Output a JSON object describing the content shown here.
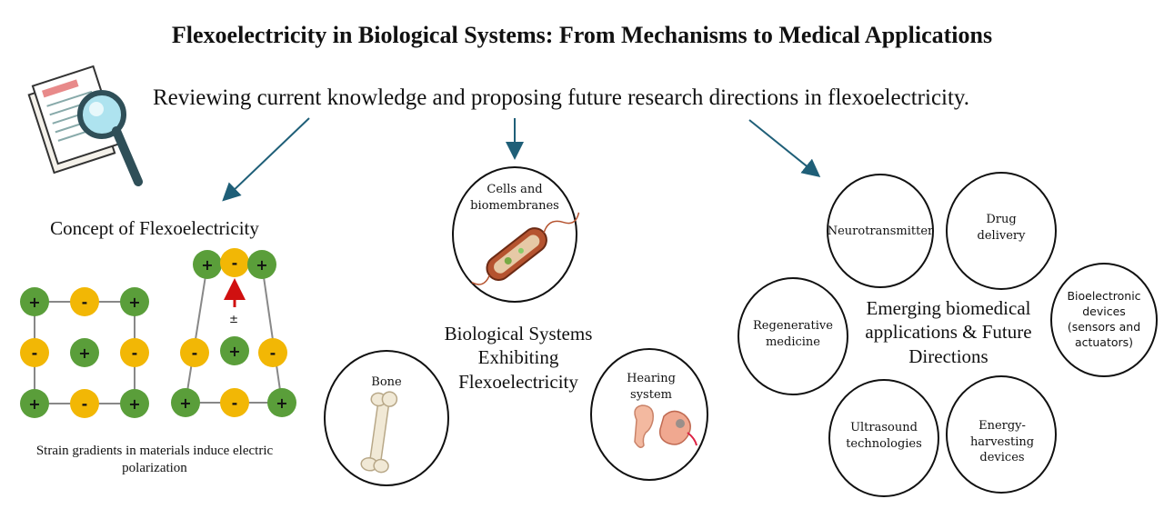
{
  "title": "Flexoelectricity in Biological Systems: From Mechanisms to Medical Applications",
  "subtitle": "Reviewing current knowledge and proposing future research directions in flexoelectricity.",
  "concept": {
    "title": "Concept of Flexoelectricity",
    "caption": "Strain gradients in materials induce electric polarization",
    "plus": "+",
    "minus": "-",
    "pm": "±"
  },
  "biological": {
    "title": "Biological Systems Exhibiting Flexoelectricity",
    "cells": "Cells and biomembranes",
    "bone": "Bone",
    "hearing": "Hearing system"
  },
  "applications": {
    "title": "Emerging biomedical applications & Future Directions",
    "neurotransmitter": "Neurotransmitter",
    "drug_delivery": "Drug delivery",
    "bioelectronic": "Bioelectronic devices (sensors and actuators)",
    "regenerative": "Regenerative medicine",
    "ultrasound": "Ultrasound technologies",
    "energy": "Energy-harvesting devices"
  },
  "icons": [
    "magnifier-document-icon",
    "bacterium-icon",
    "bone-icon",
    "ear-icon"
  ],
  "colors": {
    "positive": "#5a9e3a",
    "negative": "#f2b705",
    "arrow": "#1f5f78",
    "strain_arrow": "#d01010"
  }
}
